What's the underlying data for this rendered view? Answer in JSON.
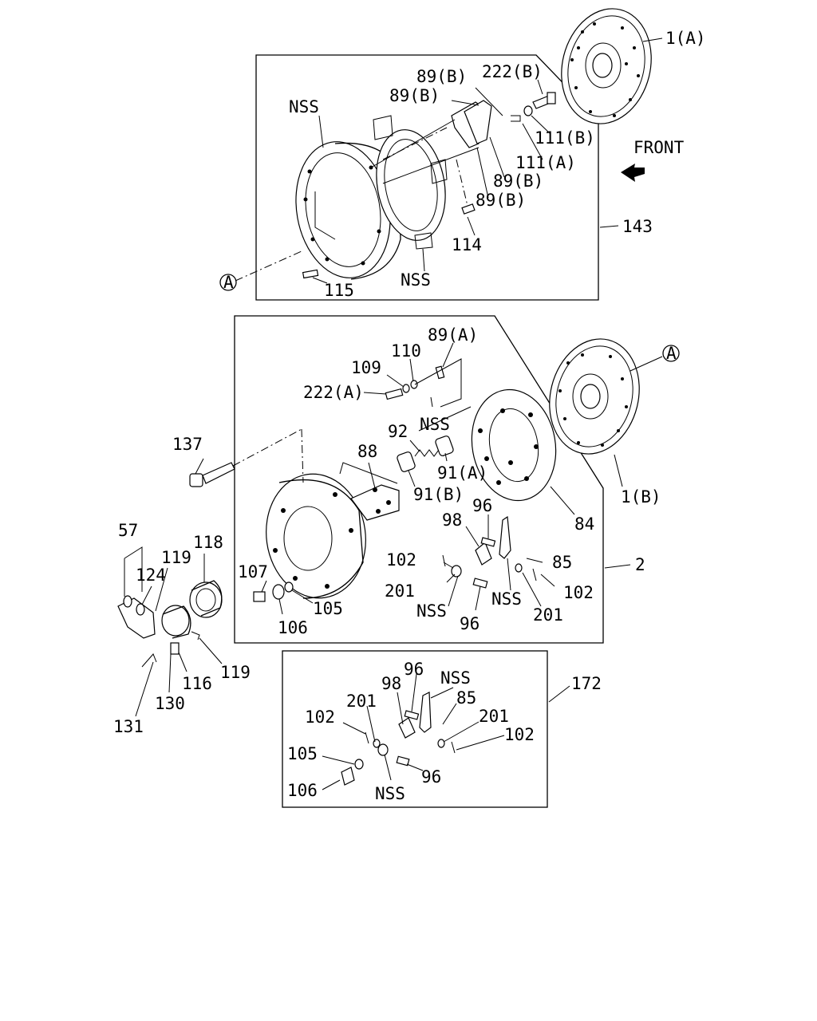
{
  "callouts": {
    "c1a": "1(A)",
    "c1b": "1(B)",
    "front": "FRONT",
    "c143": "143",
    "c2": "2",
    "c172": "172",
    "c222b": "222(B)",
    "c89b_1": "89(B)",
    "c89b_2": "89(B)",
    "c89b_3": "89(B)",
    "c89b_4": "89(B)",
    "c111b": "111(B)",
    "c111a": "111(A)",
    "nss_1": "NSS",
    "nss_2": "NSS",
    "c114": "114",
    "c115": "115",
    "circA_1": "A",
    "circA_2": "A",
    "c89a": "89(A)",
    "c110": "110",
    "c109": "109",
    "c222a": "222(A)",
    "nss_3": "NSS",
    "c137": "137",
    "c92": "92",
    "c91a": "91(A)",
    "c88": "88",
    "c91b": "91(B)",
    "c84": "84",
    "c96_1": "96",
    "c98_1": "98",
    "c85_1": "85",
    "c102_1": "102",
    "c102_2": "102",
    "c201_1": "201",
    "c201_2": "201",
    "nss_4": "NSS",
    "nss_5": "NSS",
    "c96_2": "96",
    "c107": "107",
    "c105_1": "105",
    "c106_1": "106",
    "c57": "57",
    "c124": "124",
    "c119_1": "119",
    "c118": "118",
    "c119_2": "119",
    "c116": "116",
    "c130": "130",
    "c131": "131",
    "c96_3": "96",
    "nss_6": "NSS",
    "c98_2": "98",
    "c85_2": "85",
    "c201_3": "201",
    "c201_4": "201",
    "c102_3": "102",
    "c102_4": "102",
    "c105_2": "105",
    "c106_2": "106",
    "nss_7": "NSS",
    "c96_4": "96"
  },
  "colors": {
    "ink": "#000000",
    "paper": "#ffffff"
  }
}
